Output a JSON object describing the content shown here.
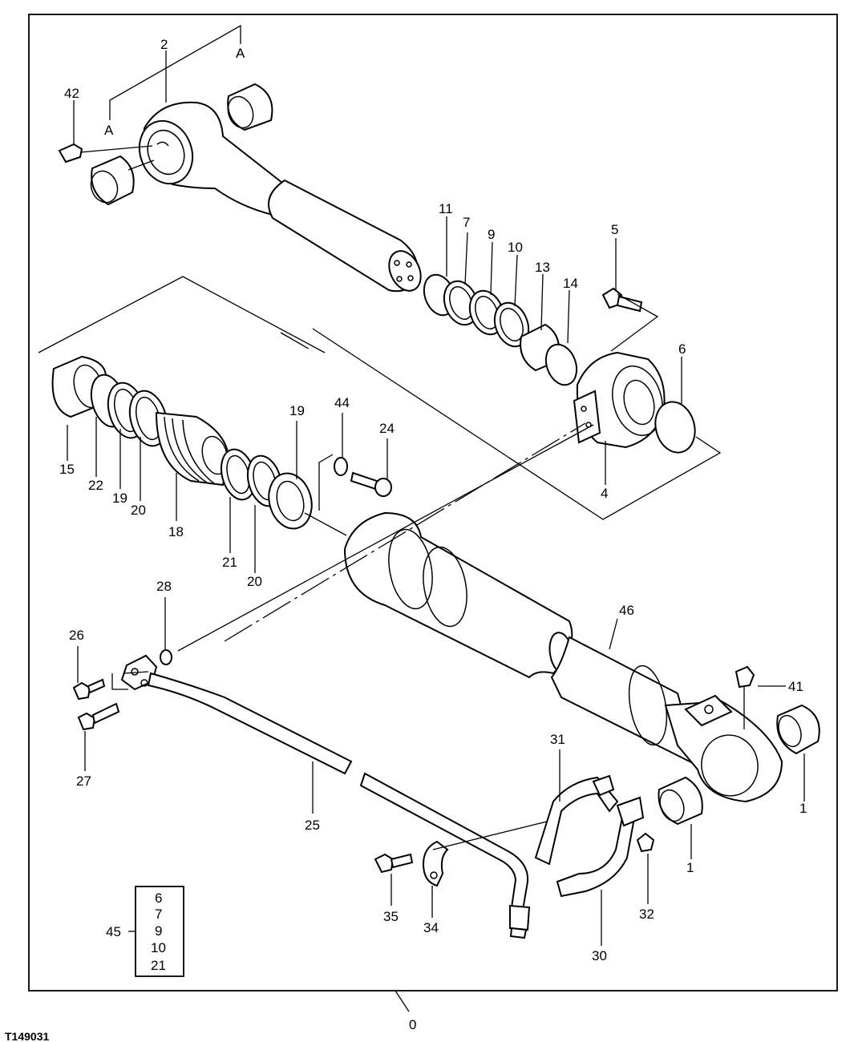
{
  "figure": {
    "image_code": "T149031",
    "assembly_callout": "0",
    "callouts": [
      "1",
      "1",
      "2",
      "4",
      "5",
      "6",
      "7",
      "9",
      "10",
      "11",
      "13",
      "14",
      "15",
      "18",
      "19",
      "19",
      "20",
      "20",
      "21",
      "22",
      "24",
      "25",
      "26",
      "27",
      "28",
      "30",
      "31",
      "32",
      "34",
      "35",
      "41",
      "42",
      "44",
      "46",
      "A",
      "A"
    ],
    "kit": {
      "callout": "45",
      "items": [
        "6",
        "7",
        "9",
        "10",
        "21"
      ]
    }
  }
}
